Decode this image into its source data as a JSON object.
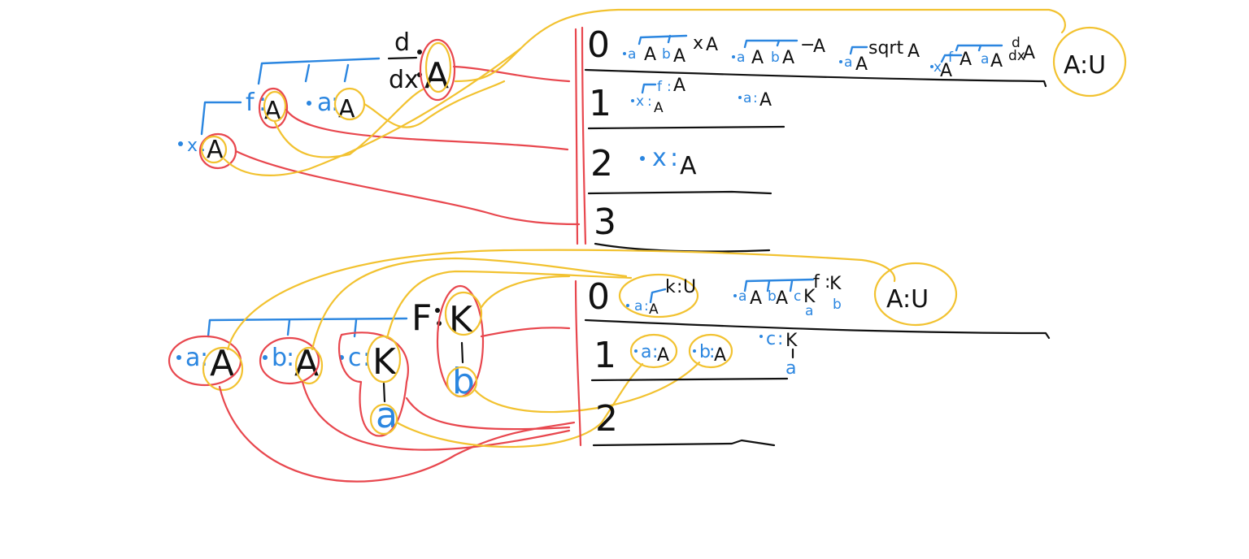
{
  "top": {
    "context_left": {
      "x_var": "x",
      "x_type": "A",
      "f_var": "f",
      "f_type": "A",
      "a_var": "a",
      "a_type": "A",
      "deriv_top": "d",
      "deriv_bottom": "dx",
      "deriv_type": "A"
    },
    "rows": [
      {
        "label": "0",
        "items": [
          "a",
          "A",
          "b",
          "A",
          "x",
          "A",
          "a",
          "A",
          "b",
          "A",
          "−",
          "A",
          "a",
          "A",
          "sqrt",
          "A",
          "x",
          "A",
          "f",
          "A",
          "a",
          "A",
          "d",
          "dx",
          "A"
        ]
      },
      {
        "label": "1",
        "items": [
          "x",
          "A",
          "f",
          "A",
          "a",
          "A"
        ]
      },
      {
        "label": "2",
        "items": [
          "x",
          "A"
        ]
      },
      {
        "label": "3",
        "items": []
      }
    ],
    "universe": "A:U"
  },
  "bottom": {
    "context_left": {
      "a_var": "a",
      "a_type": "A",
      "b_var": "b",
      "b_type": "A",
      "c_var": "c",
      "c_type": "K",
      "c_arg": "a",
      "F_var": "F",
      "F_type": "K",
      "F_arg": "b"
    },
    "rows": [
      {
        "label": "0",
        "items": [
          "a",
          "A",
          "k",
          "U",
          "a",
          "A",
          "b",
          "A",
          "c",
          "K",
          "a",
          "f",
          "K",
          "b"
        ]
      },
      {
        "label": "1",
        "items": [
          "a",
          "A",
          "b",
          "A",
          "c",
          "K",
          "a"
        ]
      },
      {
        "label": "2",
        "items": []
      }
    ],
    "universe": "A:U"
  }
}
